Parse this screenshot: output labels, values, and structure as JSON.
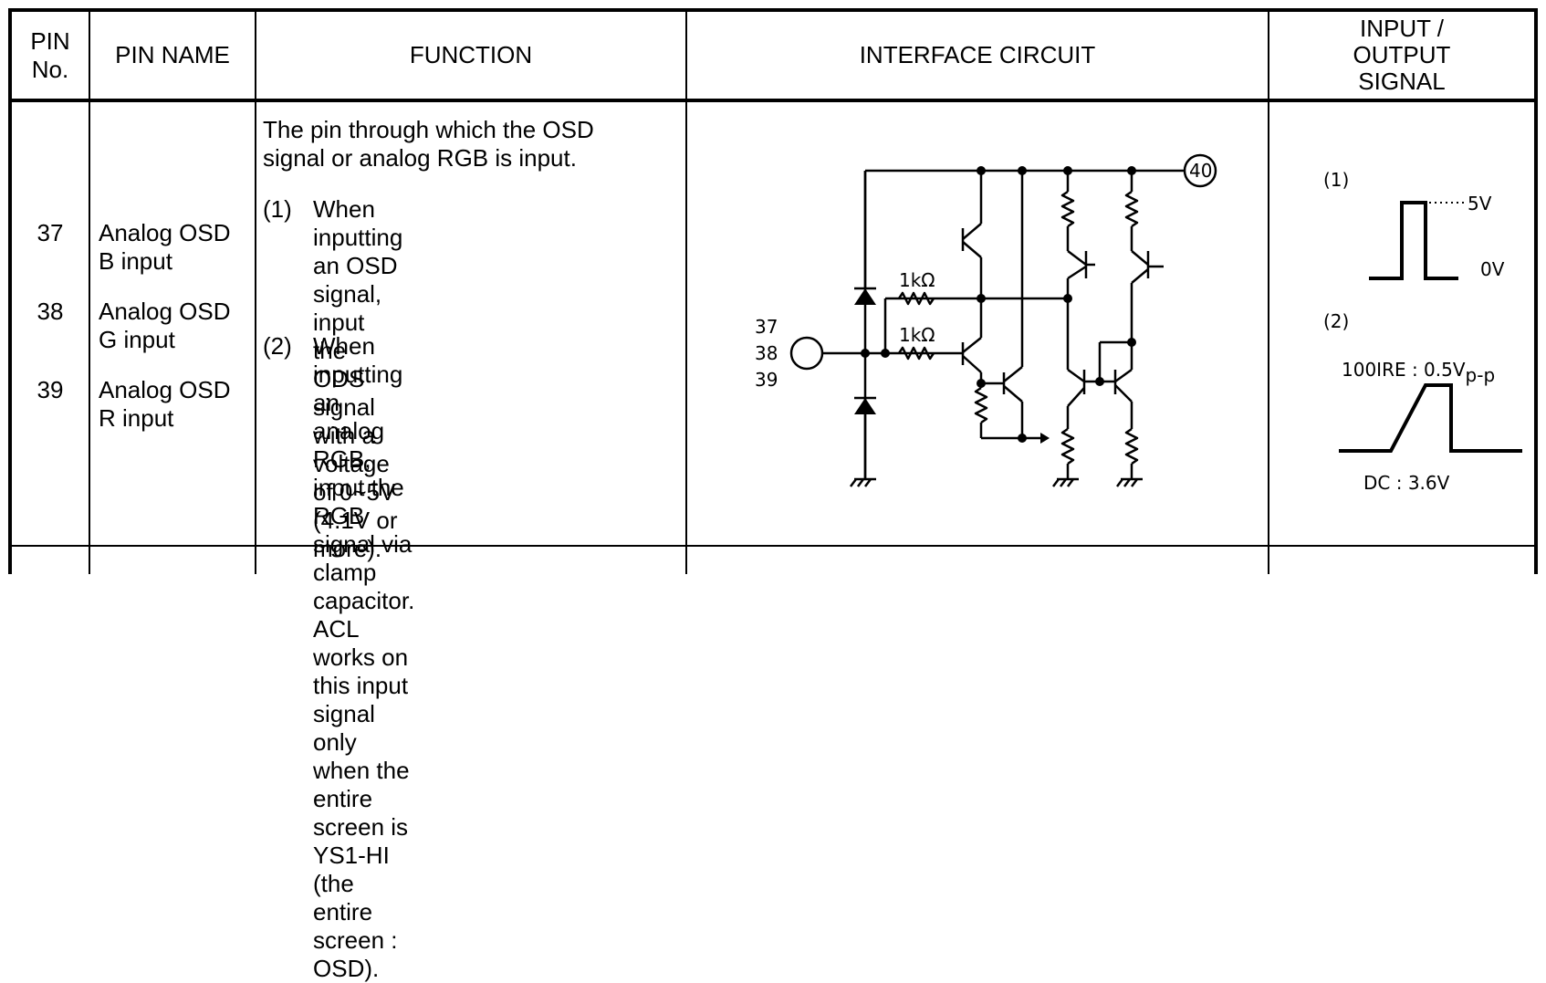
{
  "headers": {
    "pin_no_line1": "PIN",
    "pin_no_line2": "No.",
    "pin_name": "PIN NAME",
    "function": "FUNCTION",
    "interface_circuit": "INTERFACE CIRCUIT",
    "io_line1": "INPUT /",
    "io_line2": "OUTPUT",
    "io_line3": "SIGNAL"
  },
  "row": {
    "pins": [
      {
        "number": "37",
        "name_line1": "Analog OSD",
        "name_line2": "B input"
      },
      {
        "number": "38",
        "name_line1": "Analog OSD",
        "name_line2": "G input"
      },
      {
        "number": "39",
        "name_line1": "Analog OSD",
        "name_line2": "R input"
      }
    ],
    "function": {
      "intro": [
        "The pin through which the OSD",
        "signal or analog RGB is input."
      ],
      "items": [
        {
          "num": "(1)",
          "lines": [
            "When inputting an OSD signal,",
            "input the ODS signal with a",
            "voltage of 0~5V (4.1V or",
            "more)."
          ]
        },
        {
          "num": "(2)",
          "lines": [
            "When inputting an analog",
            "RGB, input the RGB signal via",
            "clamp capacitor.",
            "ACL works on this input signal",
            "only when the entire screen is",
            "YS1-HI (the entire screen :",
            "OSD)."
          ]
        }
      ]
    },
    "circuit": {
      "pin_labels": [
        "37",
        "38",
        "39"
      ],
      "output_pin": "40",
      "resistor_1": "1kΩ",
      "resistor_2": "1kΩ"
    },
    "signal": {
      "label_1": "(1)",
      "high_level": "5V",
      "low_level": "0V",
      "label_2": "(2)",
      "amplitude_main": "100IRE : 0.5V",
      "amplitude_sub": "p-p",
      "dc_level": "DC : 3.6V"
    }
  }
}
